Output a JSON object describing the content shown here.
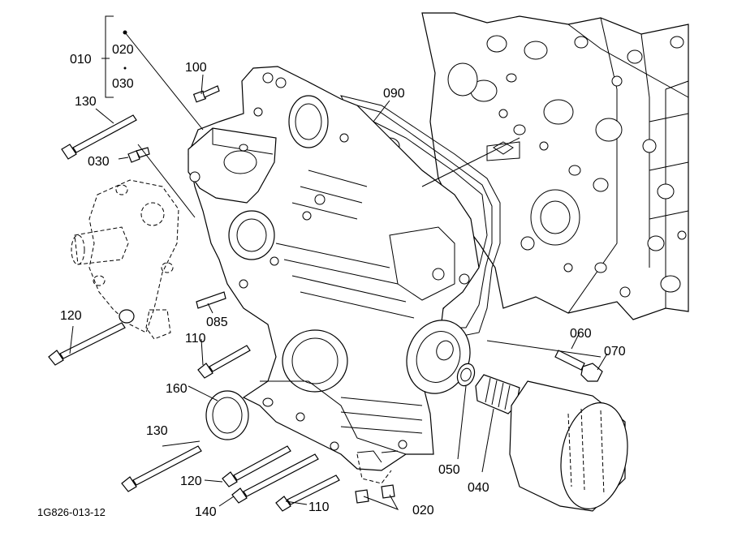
{
  "drawing_ref": "1G826-013-12",
  "callouts": {
    "c010": "010",
    "c020_group": "020",
    "c030_group": "030",
    "c100": "100",
    "c130_top": "130",
    "c030": "030",
    "c090": "090",
    "c120_left": "120",
    "c085": "085",
    "c110_mid": "110",
    "c160": "160",
    "c060": "060",
    "c070": "070",
    "c050": "050",
    "c040": "040",
    "c130_bottom": "130",
    "c120_bottom": "120",
    "c140": "140",
    "c110_bottom": "110",
    "c020_bottom": "020"
  }
}
